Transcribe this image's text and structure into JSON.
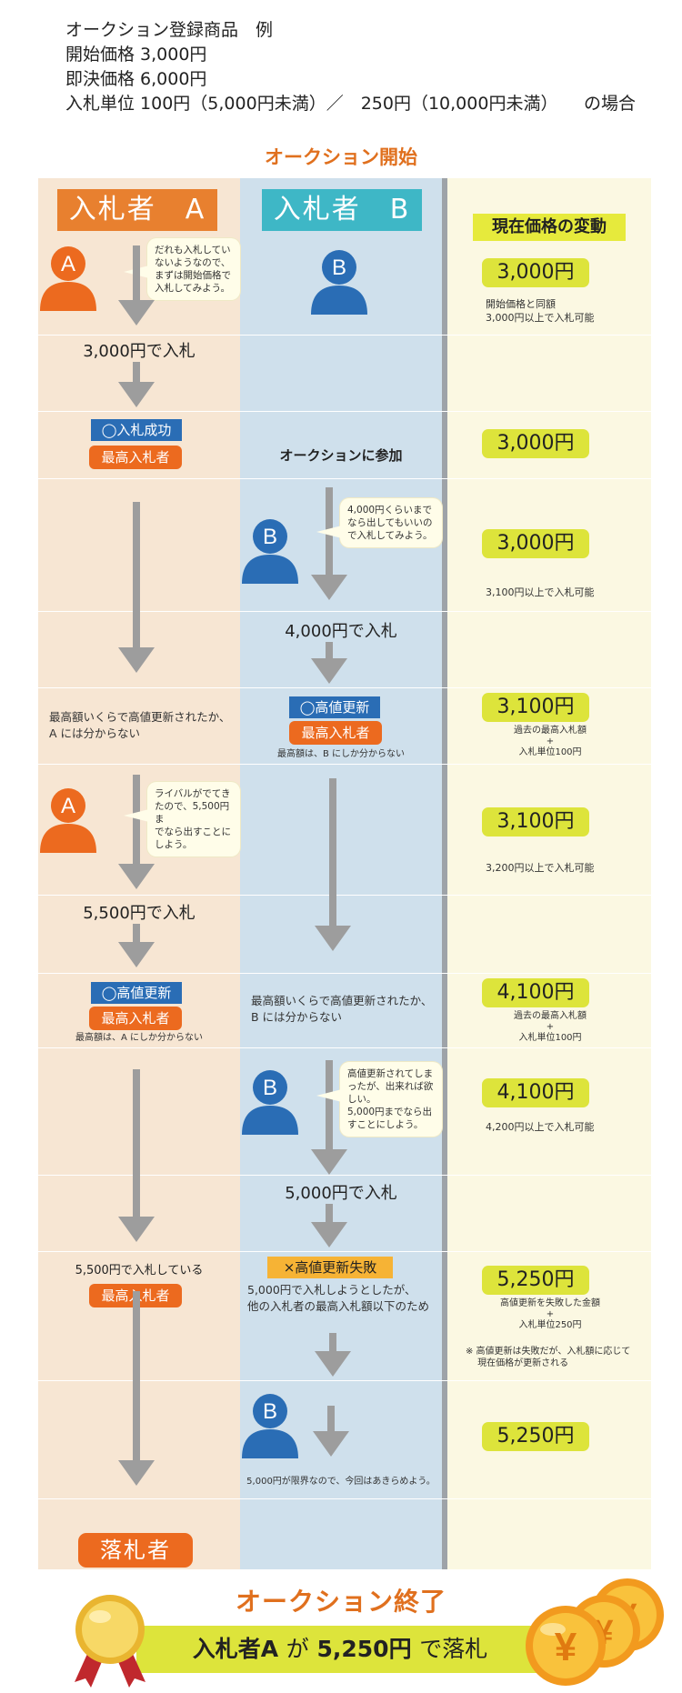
{
  "intro": {
    "line1": "オークション登録商品　例",
    "line2": "開始価格 3,000円",
    "line3": "即決価格 6,000円",
    "line4": "入札単位 100円（5,000円未満）／　250円（10,000円未満）　　の場合"
  },
  "start_title": "オークション開始",
  "headers": {
    "bidder_a": "入札者　A",
    "bidder_b": "入札者　B",
    "price": "現在価格の変動"
  },
  "avatar_letters": {
    "a": "A",
    "b": "B"
  },
  "colors": {
    "orange": "#ec6a1f",
    "blue": "#2a6db5",
    "teal": "#3eb7c6",
    "yellow": "#dde43b",
    "header_orange": "#e8802f"
  },
  "bubbles": {
    "a1": "だれも入札してい\nないようなので、\nまずは開始価格で\n入札してみよう。",
    "b1": "4,000円くらいまで\nなら出してもいいの\nで入札してみよう。",
    "a2": "ライバルがでてき\nたので、5,500円ま\nでなら出すことに\nしよう。",
    "b2": "高値更新されてしま\nったが、出来れば欲\nしい。\n5,000円までなら出\nすことにしよう。"
  },
  "bids": {
    "a1": "3,000円で入札",
    "b1": "4,000円で入札",
    "a2": "5,500円で入札",
    "b2": "5,000円で入札"
  },
  "status": {
    "success": "◯入札成功",
    "highest": "最高入札者",
    "join": "オークションに参加",
    "update": "◯高値更新",
    "fail": "×高値更新失敗",
    "a_unknown": "最高額いくらで高値更新されたか、\nA には分からない",
    "b_only": "最高額は、B にしか分からない",
    "b_unknown": "最高額いくらで高値更新されたか、\nB には分からない",
    "a_only": "最高額は、A にしか分からない",
    "a_bidding": "5,500円で入札している",
    "fail_note": "5,000円で入札しようとしたが、\n他の入札者の最高入札額以下のため",
    "give_up": "5,000円が限界なので、今回はあきらめよう。"
  },
  "prices": {
    "p1": "3,000円",
    "p1_note": "開始価格と同額\n3,000円以上で入札可能",
    "p2": "3,000円",
    "p3": "3,000円",
    "p3_note": "3,100円以上で入札可能",
    "p4": "3,100円",
    "p4_note": "過去の最高入札額\n+\n入札単位100円",
    "p5": "3,100円",
    "p5_note": "3,200円以上で入札可能",
    "p6": "4,100円",
    "p6_note": "過去の最高入札額\n+\n入札単位100円",
    "p7": "4,100円",
    "p7_note": "4,200円以上で入札可能",
    "p8": "5,250円",
    "p8_note": "高値更新を失敗した金額\n+\n入札単位250円",
    "p8_note2": "※ 高値更新は失敗だが、入札額に応じて\n　 現在価格が更新される",
    "p9": "5,250円"
  },
  "winner": "落札者",
  "end_title": "オークション終了",
  "result": {
    "who": "入札者A",
    "ga": "が",
    "amount": "5,250円",
    "rakusatsu": "で落札"
  },
  "coin_symbol": "¥",
  "icons": [
    "person-icon",
    "gold-medal-icon",
    "yen-coin-icon"
  ]
}
